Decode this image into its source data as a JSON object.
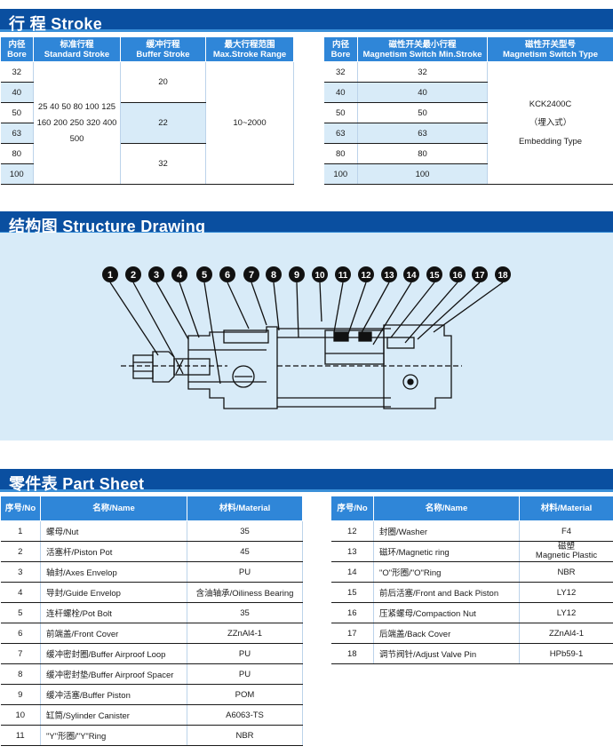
{
  "sections": {
    "stroke": "行 程 Stroke",
    "structure": "结构图 Structure Drawing",
    "parts": "零件表 Part Sheet"
  },
  "stroke_table": {
    "headers": {
      "bore": [
        "内径",
        "Bore"
      ],
      "standard": [
        "标准行程",
        "Standard Stroke"
      ],
      "buffer": [
        "缓冲行程",
        "Buffer Stroke"
      ],
      "max": [
        "最大行程范围",
        "Max.Stroke Range"
      ]
    },
    "bores": [
      "32",
      "40",
      "50",
      "63",
      "80",
      "100"
    ],
    "standard_lines": [
      "25 40 50 80 100 125",
      "160 200 250 320 400",
      "500"
    ],
    "buffer_values": [
      "20",
      "22",
      "32"
    ],
    "max_range": "10~2000"
  },
  "magnet_table": {
    "headers": {
      "bore": [
        "内径",
        "Bore"
      ],
      "min": [
        "磁性开关最小行程",
        "Magnetism Switch Min.Stroke"
      ],
      "type": [
        "磁性开关型号",
        "Magnetism Switch Type"
      ]
    },
    "rows": [
      {
        "bore": "32",
        "min": "32"
      },
      {
        "bore": "40",
        "min": "40"
      },
      {
        "bore": "50",
        "min": "50"
      },
      {
        "bore": "63",
        "min": "63"
      },
      {
        "bore": "80",
        "min": "80"
      },
      {
        "bore": "100",
        "min": "100"
      }
    ],
    "type_lines": [
      "KCK2400C",
      "（埋入式）",
      "Embedding Type"
    ]
  },
  "drawing": {
    "callouts": [
      "1",
      "2",
      "3",
      "4",
      "5",
      "6",
      "7",
      "8",
      "9",
      "10",
      "11",
      "12",
      "13",
      "14",
      "15",
      "16",
      "17",
      "18"
    ]
  },
  "parts_headers": {
    "no": "序号/No",
    "name": "名称/Name",
    "material": "材料/Material"
  },
  "parts_left": [
    {
      "no": "1",
      "name": "螺母/Nut",
      "material": "35"
    },
    {
      "no": "2",
      "name": "活塞杆/Piston Pot",
      "material": "45"
    },
    {
      "no": "3",
      "name": "轴封/Axes Envelop",
      "material": "PU"
    },
    {
      "no": "4",
      "name": "导封/Guide Envelop",
      "material": "含油轴承/Oiliness Bearing"
    },
    {
      "no": "5",
      "name": "连杆螺栓/Pot Bolt",
      "material": "35"
    },
    {
      "no": "6",
      "name": "前端盖/Front Cover",
      "material": "ZZnAl4-1"
    },
    {
      "no": "7",
      "name": "缓冲密封圈/Buffer Airproof  Loop",
      "material": "PU"
    },
    {
      "no": "8",
      "name": "缓冲密封垫/Buffer Airproof  Spacer",
      "material": "PU"
    },
    {
      "no": "9",
      "name": "缓冲活塞/Buffer Piston",
      "material": "POM"
    },
    {
      "no": "10",
      "name": "缸筒/Sylinder Canister",
      "material": "A6063-TS"
    },
    {
      "no": "11",
      "name": "\"Y\"形圈/\"Y\"Ring",
      "material": "NBR"
    }
  ],
  "parts_right": [
    {
      "no": "12",
      "name": "封圈/Washer",
      "material": "F4"
    },
    {
      "no": "13",
      "name": "磁环/Magnetic ring",
      "material": "磁塑\nMagnetic Plastic"
    },
    {
      "no": "14",
      "name": "\"O\"形圈/\"O\"Ring",
      "material": "NBR"
    },
    {
      "no": "15",
      "name": "前后活塞/Front and Back Piston",
      "material": "LY12"
    },
    {
      "no": "16",
      "name": "压紧螺母/Compaction Nut",
      "material": "LY12"
    },
    {
      "no": "17",
      "name": "后端盖/Back Cover",
      "material": "ZZnAl4-1"
    },
    {
      "no": "18",
      "name": "调节阀针/Adjust Valve Pin",
      "material": "HPb59-1"
    }
  ]
}
